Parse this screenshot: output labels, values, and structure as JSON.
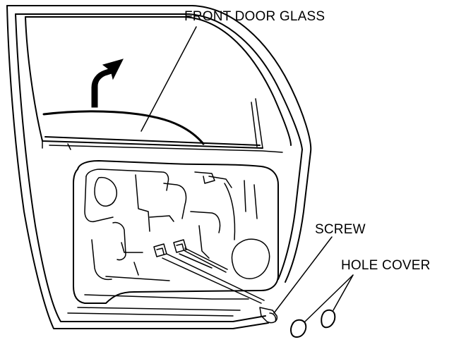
{
  "labels": {
    "front_door_glass": "FRONT DOOR GLASS",
    "screw": "SCREW",
    "hole_cover": "HOLE COVER"
  },
  "colors": {
    "line": "#000000",
    "background": "#ffffff"
  }
}
